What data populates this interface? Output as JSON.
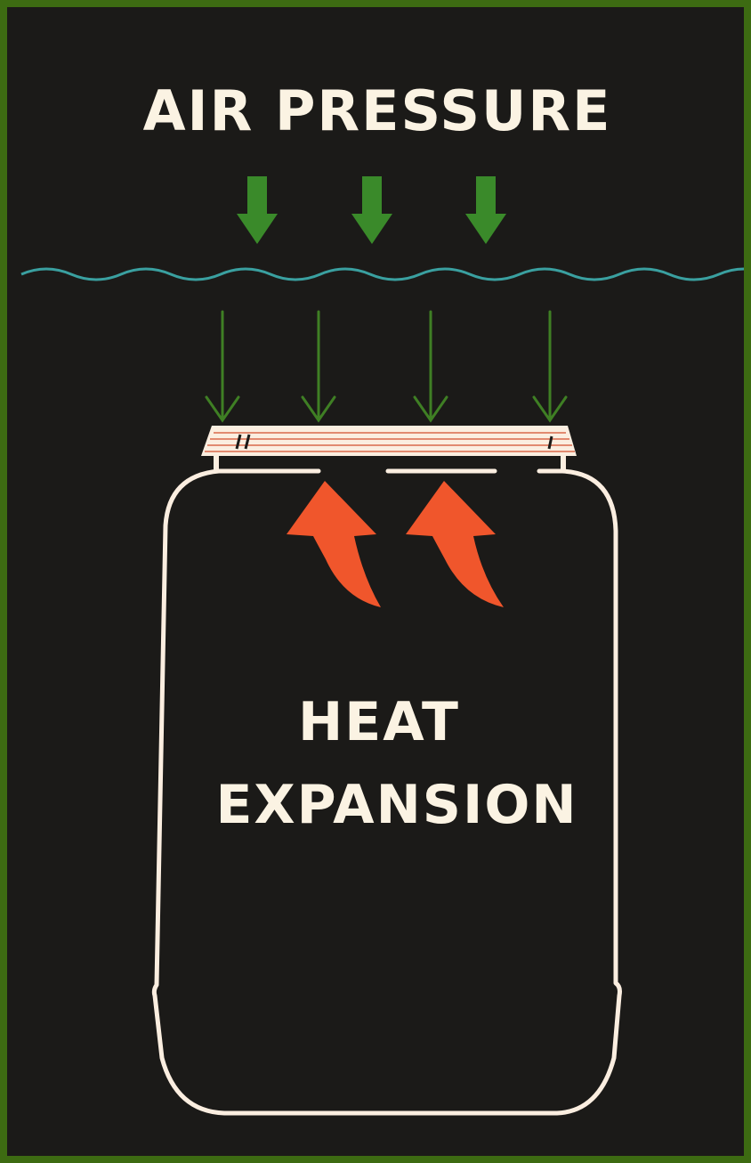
{
  "diagram": {
    "top_label": "AIR PRESSURE",
    "center_label_lines": [
      "HEAT",
      "EXPANSION"
    ],
    "colors": {
      "border": "#3d6b12",
      "background": "#1b1a18",
      "text": "#fbf3e3",
      "air_arrow": "#3a8a2a",
      "thin_arrow": "#3f7f24",
      "water_line": "#3aa0a0",
      "jar_outline": "#fbeee0",
      "lid_stripe": "#d9684a",
      "heat_arrow": "#f0562c"
    }
  }
}
